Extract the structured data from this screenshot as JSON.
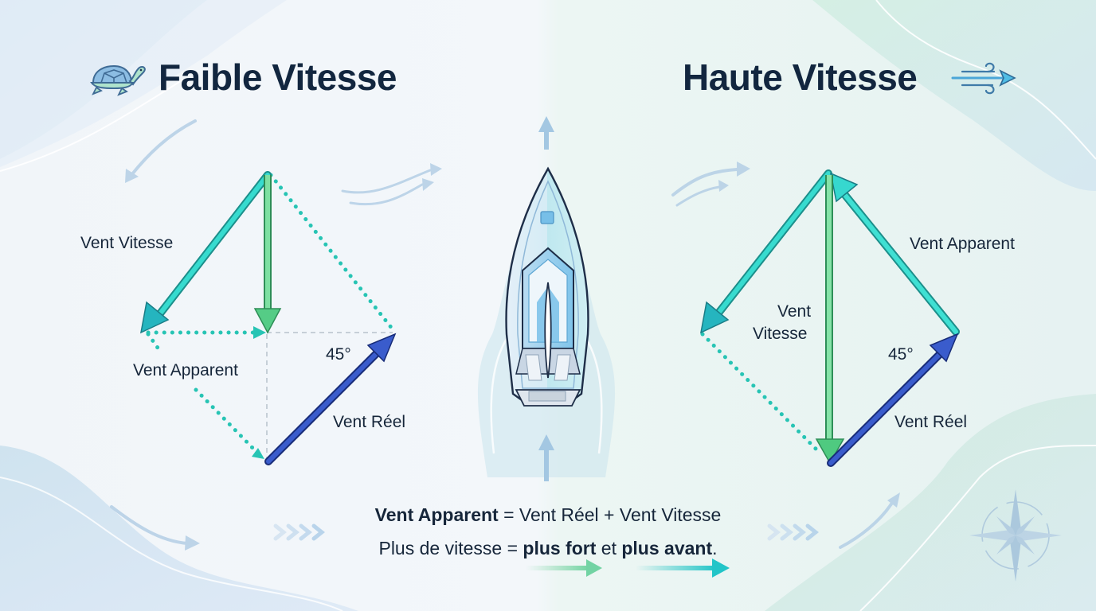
{
  "colors": {
    "title_text": "#12263f",
    "label_text": "#16263a",
    "vent_vitesse_arrow": "#2fd3c7",
    "boat_speed_arrow": "#5fd08a",
    "vent_reel_arrow": "#3154c4",
    "dotted_line": "#27c4b4",
    "decor_arrow": "#a9c8e3"
  },
  "left_panel": {
    "icon": "turtle-icon",
    "title": "Faible Vitesse",
    "labels": {
      "vent_vitesse": "Vent Vitesse",
      "vent_apparent": "Vent Apparent",
      "angle": "45°",
      "vent_reel": "Vent Réel"
    }
  },
  "center": {
    "icon": "sailboat-icon"
  },
  "right_panel": {
    "icon": "wind-icon",
    "title": "Haute Vitesse",
    "labels": {
      "vent_apparent": "Vent Apparent",
      "vent_vitesse_line1": "Vent",
      "vent_vitesse_line2": "Vitesse",
      "angle": "45°",
      "vent_reel": "Vent Réel"
    }
  },
  "formula": {
    "line1_bold": "Vent Apparent",
    "line1_rest": " = Vent Réel + Vent Vitesse",
    "line2_start": "Plus de vitesse = ",
    "line2_bold1": "plus fort",
    "line2_mid": " et ",
    "line2_bold2": "plus avant",
    "line2_end": "."
  },
  "decor": {
    "compass_icon": "compass-rose-icon"
  }
}
